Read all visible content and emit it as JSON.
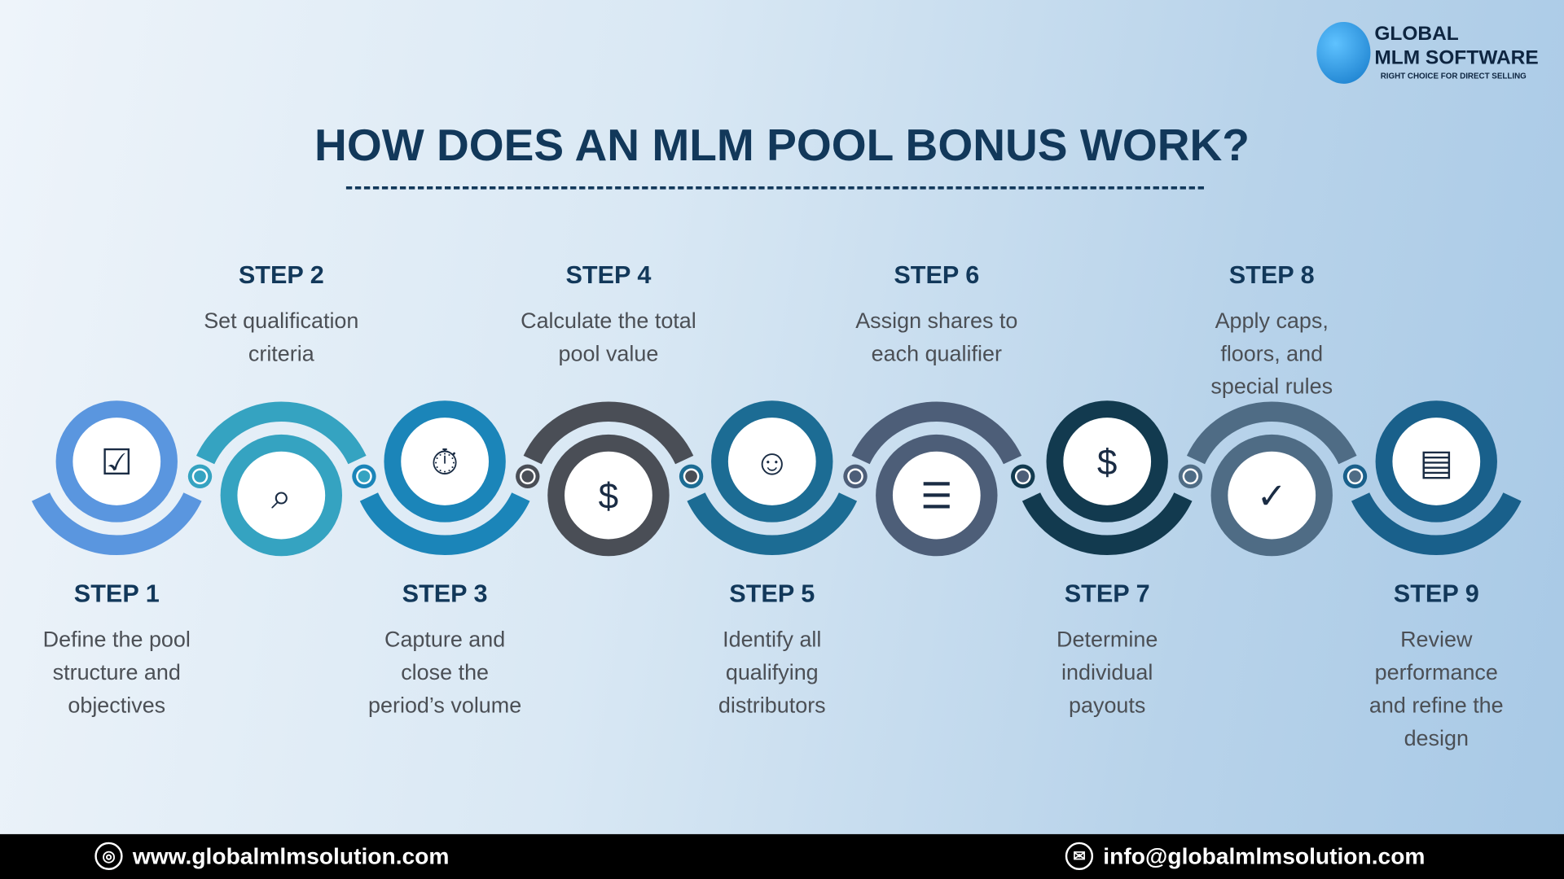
{
  "logo": {
    "line1": "GLOBAL",
    "line2": "MLM SOFTWARE",
    "tagline": "RIGHT CHOICE FOR DIRECT SELLING"
  },
  "title": "HOW DOES AN MLM POOL BONUS WORK?",
  "steps": [
    {
      "label": "STEP 1",
      "text": "Define the pool structure and objectives",
      "color": "#5a96df",
      "icon": "user-gear-checklist-icon"
    },
    {
      "label": "STEP 2",
      "text": "Set qualification criteria",
      "color": "#35a3c1",
      "icon": "document-search-icon"
    },
    {
      "label": "STEP 3",
      "text": "Capture and close the period’s volume",
      "color": "#1b85b9",
      "icon": "clock-growth-chart-icon"
    },
    {
      "label": "STEP 4",
      "text": "Calculate the total pool value",
      "color": "#4a4e56",
      "icon": "calculator-invoice-icon"
    },
    {
      "label": "STEP 5",
      "text": "Identify all qualifying distributors",
      "color": "#1c6c94",
      "icon": "team-group-icon"
    },
    {
      "label": "STEP 6",
      "text": "Assign shares to each qualifier",
      "color": "#4d5e78",
      "icon": "news-users-icon"
    },
    {
      "label": "STEP 7",
      "text": "Determine individual payouts",
      "color": "#123a4f",
      "icon": "money-hand-icon"
    },
    {
      "label": "STEP 8",
      "text": "Apply caps, floors, and special rules",
      "color": "#4f6c85",
      "icon": "rules-document-icon"
    },
    {
      "label": "STEP 9",
      "text": "Review performance and refine the design",
      "color": "#19608b",
      "icon": "report-review-icon"
    }
  ],
  "footer": {
    "website": "www.globalmlmsolution.com",
    "email": "info@globalmlmsolution.com"
  }
}
